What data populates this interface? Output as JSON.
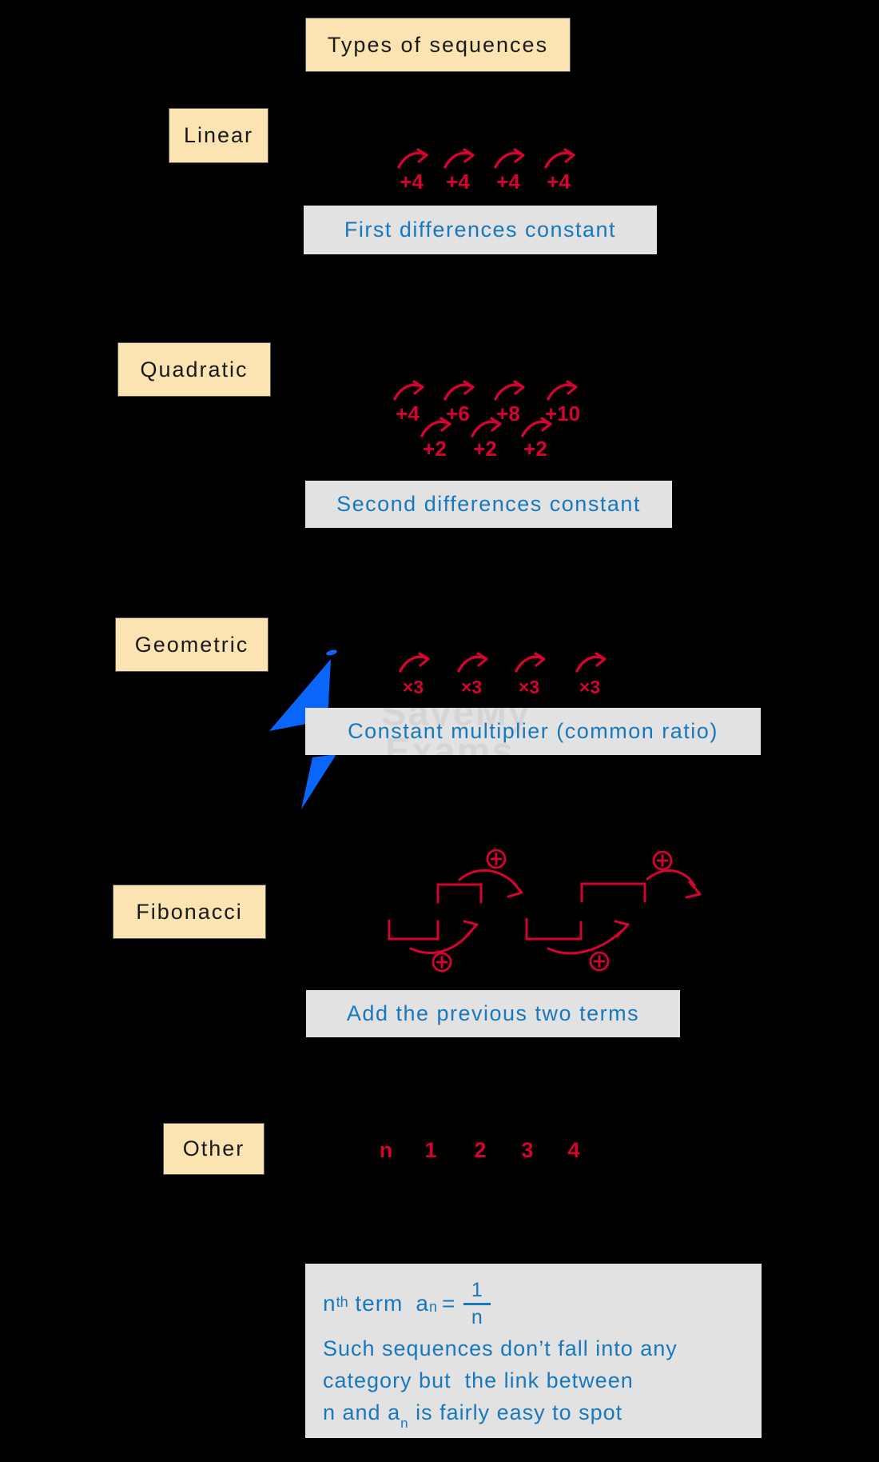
{
  "title": "Types of sequences",
  "colors": {
    "background": "#000000",
    "label_box": "#FBE3B2",
    "note_box": "#E2E2E2",
    "note_text": "#1878BE",
    "annotation_red": "#D6022F",
    "bolt_blue": "#0A65FB",
    "watermark_gray": "#D5D5D5"
  },
  "watermark": {
    "line1": "SaveMy",
    "line2": "Exams"
  },
  "linear": {
    "label": "Linear",
    "diffs": [
      "+4",
      "+4",
      "+4",
      "+4"
    ],
    "note": "First differences constant"
  },
  "quadratic": {
    "label": "Quadratic",
    "first_diffs": [
      "+4",
      "+6",
      "+8",
      "+10"
    ],
    "second_diffs": [
      "+2",
      "+2",
      "+2"
    ],
    "note": "Second differences constant"
  },
  "geometric": {
    "label": "Geometric",
    "ratios": [
      "×3",
      "×3",
      "×3",
      "×3"
    ],
    "note": "Constant multiplier (common ratio)"
  },
  "fibonacci": {
    "label": "Fibonacci",
    "plus_symbol": "⊕",
    "note": "Add the previous two terms"
  },
  "other": {
    "label": "Other",
    "index_row": [
      "n",
      "1",
      "2",
      "3",
      "4"
    ]
  },
  "bottom": {
    "formula": {
      "n": "n",
      "sup": "th",
      "term": " term",
      "a": "a",
      "sub": "n",
      "eq": "=",
      "num": "1",
      "den": "n"
    },
    "line2": "Such sequences don’t fall into any",
    "line3": "category but  the link between",
    "line4": {
      "pre": "n and a",
      "sub": "n",
      "post": " is fairly easy to spot"
    }
  }
}
